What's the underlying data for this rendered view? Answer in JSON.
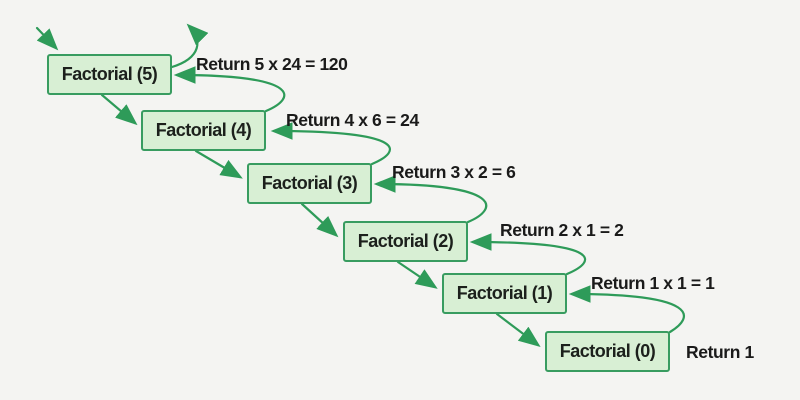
{
  "boxes": [
    {
      "label": "Factorial (5)"
    },
    {
      "label": "Factorial (4)"
    },
    {
      "label": "Factorial (3)"
    },
    {
      "label": "Factorial (2)"
    },
    {
      "label": "Factorial (1)"
    },
    {
      "label": "Factorial (0)"
    }
  ],
  "returns": [
    {
      "label": "Return 5 x 24 = 120"
    },
    {
      "label": "Return 4 x 6 = 24"
    },
    {
      "label": "Return 3 x 2 = 6"
    },
    {
      "label": "Return 2 x 1 = 2"
    },
    {
      "label": "Return 1 x 1 = 1"
    },
    {
      "label": "Return 1"
    }
  ],
  "colors": {
    "arrow": "#2e9b59",
    "box_border": "#389c60",
    "box_fill": "#d8efd4",
    "box_text": "#1c201c",
    "label_text": "#1a1a1a",
    "background": "#f4f4f2"
  }
}
